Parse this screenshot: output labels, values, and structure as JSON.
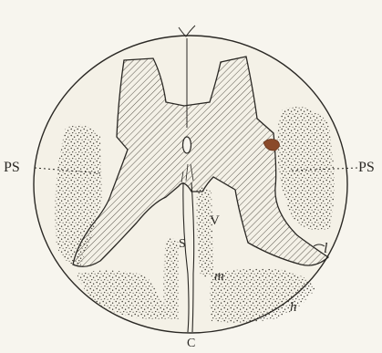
{
  "labels": {
    "ps_left": "PS",
    "ps_right": "PS",
    "v": "V",
    "s": "S",
    "m": "m",
    "h": "h",
    "l": "l",
    "c": "C"
  },
  "colors": {
    "background": "#f7f5ee",
    "ink": "#2a2824",
    "grey_matter_fill": "#ece9df",
    "lesion": "#8a4a2a"
  }
}
